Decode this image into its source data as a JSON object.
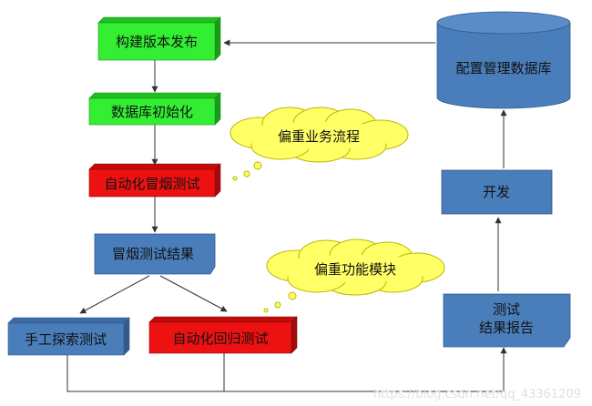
{
  "nodes": {
    "build_release": "构建版本发布",
    "db_init": "数据库初始化",
    "auto_smoke": "自动化冒烟测试",
    "smoke_result": "冒烟测试结果",
    "manual_explore": "手工探索测试",
    "auto_regression": "自动化回归测试",
    "config_db": "配置管理数据库",
    "develop": "开发",
    "test_report_line1": "测试",
    "test_report_line2": "结果报告"
  },
  "callouts": {
    "business_flow": "偏重业务流程",
    "function_module": "偏重功能模块"
  },
  "watermark": "https://blog.csdn.net/qq_43361209",
  "colors": {
    "green": "#33ee33",
    "red": "#ee1111",
    "blue": "#4a7ebb",
    "cloud": "#ffff66"
  }
}
